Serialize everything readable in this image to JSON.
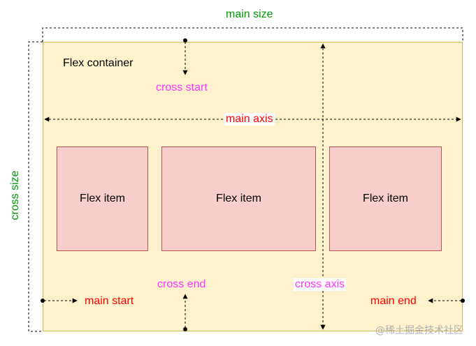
{
  "colors": {
    "container_fill": "#fff2cc",
    "container_border": "#d6b656",
    "item_fill": "#f8cecc",
    "item_border": "#b85450",
    "size_label": "#009900",
    "cross_label": "#ff33ff",
    "main_label": "#ff0000"
  },
  "labels": {
    "main_size": "main size",
    "cross_size": "cross size",
    "flex_container": "Flex container",
    "cross_start": "cross start",
    "main_axis": "main axis",
    "cross_end": "cross end",
    "cross_axis": "cross axis",
    "main_start": "main start",
    "main_end": "main end"
  },
  "items": [
    {
      "label": "Flex item"
    },
    {
      "label": "Flex item"
    },
    {
      "label": "Flex item"
    }
  ],
  "watermark": "@稀土掘金技术社区"
}
